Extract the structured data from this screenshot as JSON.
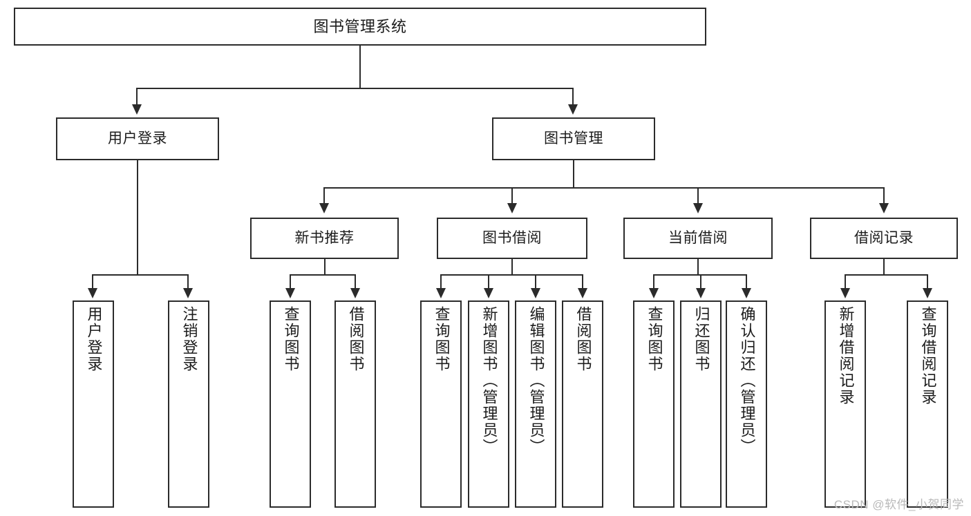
{
  "diagram": {
    "title": "图书管理系统",
    "type": "tree",
    "watermark": "CSDN @软件_小贺同学",
    "root": {
      "label": "图书管理系统"
    },
    "level2": [
      {
        "label": "用户登录"
      },
      {
        "label": "图书管理"
      }
    ],
    "level3": [
      {
        "label": "新书推荐"
      },
      {
        "label": "图书借阅"
      },
      {
        "label": "当前借阅"
      },
      {
        "label": "借阅记录"
      }
    ],
    "leaves": {
      "user_login": [
        {
          "label": "用户登录"
        },
        {
          "label": "注销登录"
        }
      ],
      "new_book": [
        {
          "label": "查询图书"
        },
        {
          "label": "借阅图书"
        }
      ],
      "borrow_book": [
        {
          "label": "查询图书"
        },
        {
          "label": "新增图书（管理员）"
        },
        {
          "label": "编辑图书（管理员）"
        },
        {
          "label": "借阅图书"
        }
      ],
      "current_borrow": [
        {
          "label": "查询图书"
        },
        {
          "label": "归还图书"
        },
        {
          "label": "确认归还（管理员）"
        }
      ],
      "borrow_record": [
        {
          "label": "新增借阅记录"
        },
        {
          "label": "查询借阅记录"
        }
      ]
    },
    "colors": {
      "stroke": "#2b2b2b",
      "fill": "#ffffff",
      "text": "#1c1c1c",
      "watermark": "#b9b9b9"
    }
  }
}
